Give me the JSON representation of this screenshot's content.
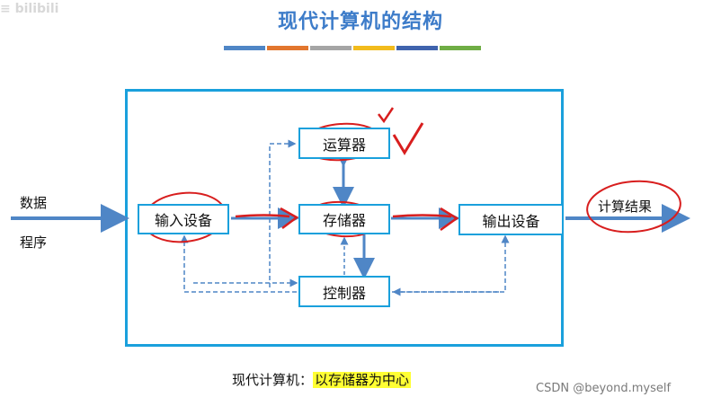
{
  "title": "现代计算机的结构",
  "watermark_logo": "bilibili",
  "stripes": [
    "#4f86c6",
    "#e2762e",
    "#a5a5a5",
    "#f2bb1c",
    "#3f63ad",
    "#6fad45"
  ],
  "components": {
    "alu": "运算器",
    "input": "输入设备",
    "memory": "存储器",
    "output": "输出设备",
    "control": "控制器"
  },
  "inputs": {
    "data": "数据",
    "program": "程序"
  },
  "result": "计算结果",
  "caption": {
    "prefix": "现代计算机：",
    "highlight": "以存储器为中心"
  },
  "credit": "CSDN @beyond.myself",
  "colors": {
    "accent": "#1aa0dc",
    "arrow": "#4f86c6",
    "annotation": "#d81e1e",
    "highlight": "#ffff33"
  }
}
